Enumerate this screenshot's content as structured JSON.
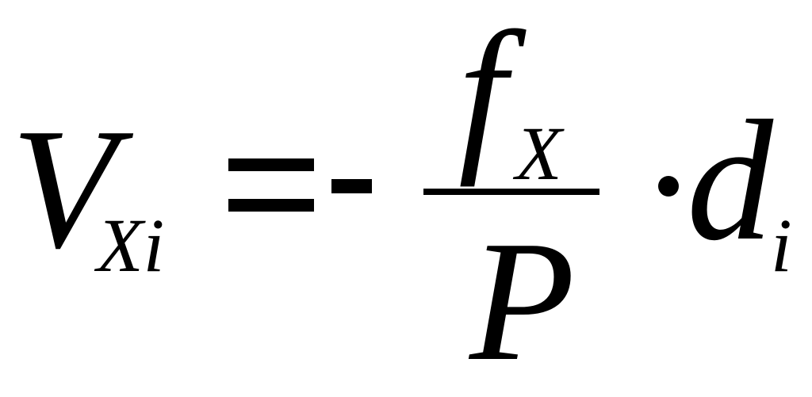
{
  "formula": {
    "lhs": {
      "symbol": "V",
      "subscript": "Xi"
    },
    "equals": "=",
    "sign": "-",
    "fraction": {
      "numerator": {
        "symbol": "f",
        "subscript": "X"
      },
      "denominator": "P"
    },
    "operator": "·",
    "rhs": {
      "symbol": "d",
      "subscript": "i"
    }
  }
}
